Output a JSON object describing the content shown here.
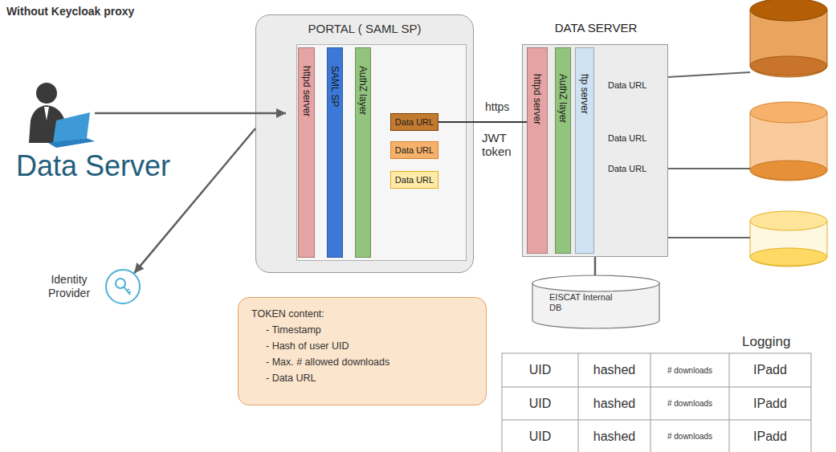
{
  "diagram": {
    "title": "Without Keycloak proxy",
    "nodes": [
      {
        "text": [
          "PORTAL ( SAML SP)"
        ]
      },
      {
        "text": [
          "httpd server"
        ],
        "in": 0
      },
      {
        "text": [
          "SAML SP"
        ],
        "in": 0
      },
      {
        "text": [
          "AuthZ layer"
        ],
        "in": 0
      },
      {
        "text": [
          "Data URL"
        ],
        "in": 0
      },
      {
        "text": [
          "Data URL"
        ],
        "in": 0
      },
      {
        "text": [
          "Data URL"
        ],
        "in": 0
      },
      {
        "text": [
          "DATA SERVER",
          "Data URL",
          "Data URL",
          "Data URL"
        ]
      },
      {
        "text": [
          "httpd server"
        ],
        "in": 7
      },
      {
        "text": [
          "AuthZ layer"
        ],
        "in": 7
      },
      {
        "text": [
          "ftp server"
        ],
        "in": 7
      },
      {
        "text": [
          "EISCAT Internal DB"
        ]
      },
      {
        "text": [
          "Identity Provider"
        ]
      },
      {
        "text": [
          "TOKEN content:",
          "- Timestamp",
          "- Hash of user UID",
          "- Max. # allowed downloads",
          "- Data URL"
        ]
      }
    ],
    "edges": [
      {
        "from": 4,
        "to": 8,
        "label": "https",
        "arrow": "none"
      },
      {
        "from": 0,
        "to": 12,
        "arrow": "to"
      },
      {
        "from": 7,
        "to": 11,
        "arrow": "none"
      }
    ],
    "labels": [
      "Data Server",
      "JWT token",
      "Logging",
      "UID",
      "hashed",
      "# downloads",
      "IPadd",
      "UID",
      "hashed",
      "# downloads",
      "IPadd",
      "UID",
      "hashed",
      "# downloads",
      "IPadd"
    ]
  }
}
